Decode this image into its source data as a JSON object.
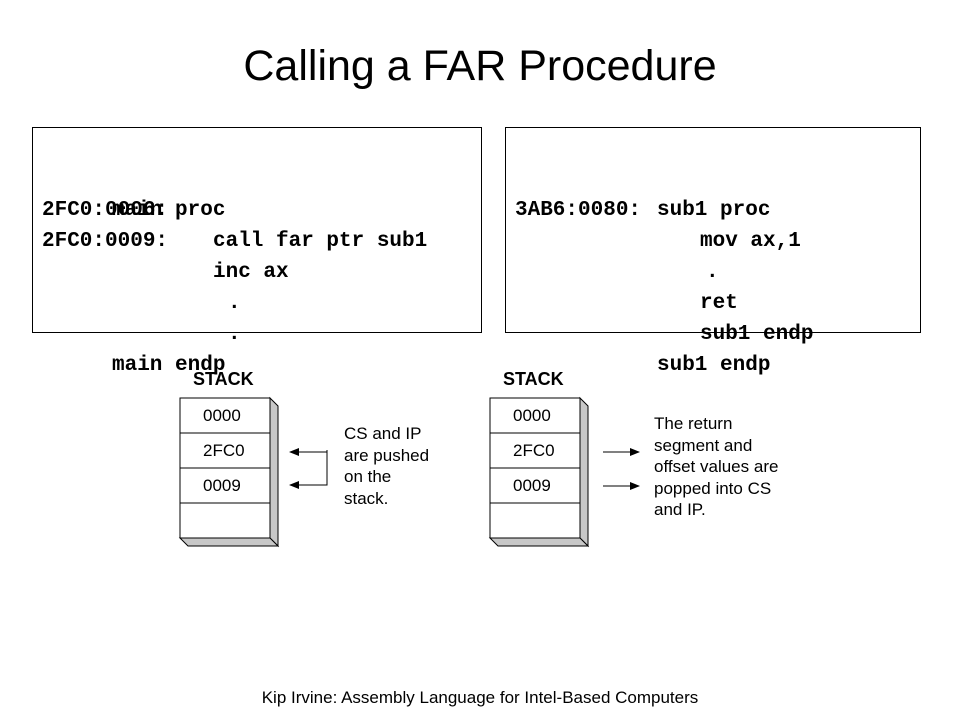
{
  "title": "Calling a FAR Procedure",
  "main_code": {
    "lines": [
      {
        "address": "",
        "text": "main proc"
      },
      {
        "address": "2FC0:0006:",
        "text": "call far ptr sub1"
      },
      {
        "address": "2FC0:0009:",
        "text": "inc ax"
      },
      {
        "address": "",
        "text": "."
      },
      {
        "address": "",
        "text": "."
      },
      {
        "address": "",
        "text": "main endp"
      }
    ]
  },
  "sub_code": {
    "lines": [
      {
        "address": "",
        "text": "sub1 proc"
      },
      {
        "address": "3AB6:0080:",
        "text": "mov ax,1"
      },
      {
        "address": "",
        "text": "."
      },
      {
        "address": "",
        "text": "ret"
      },
      {
        "address": "",
        "text": "sub1 endp"
      },
      {
        "address": "",
        "text": "sub1 endp"
      }
    ]
  },
  "left_stack": {
    "label": "STACK",
    "cells": [
      "0000",
      "2FC0",
      "0009",
      ""
    ],
    "caption_lines": [
      "CS and IP",
      "are pushed",
      "on the",
      "stack."
    ]
  },
  "right_stack": {
    "label": "STACK",
    "cells": [
      "0000",
      "2FC0",
      "0009",
      ""
    ],
    "caption_lines": [
      "The return",
      "segment and",
      "offset values are",
      "popped into CS",
      "and IP."
    ]
  },
  "footer": "Kip Irvine: Assembly Language for Intel-Based Computers"
}
